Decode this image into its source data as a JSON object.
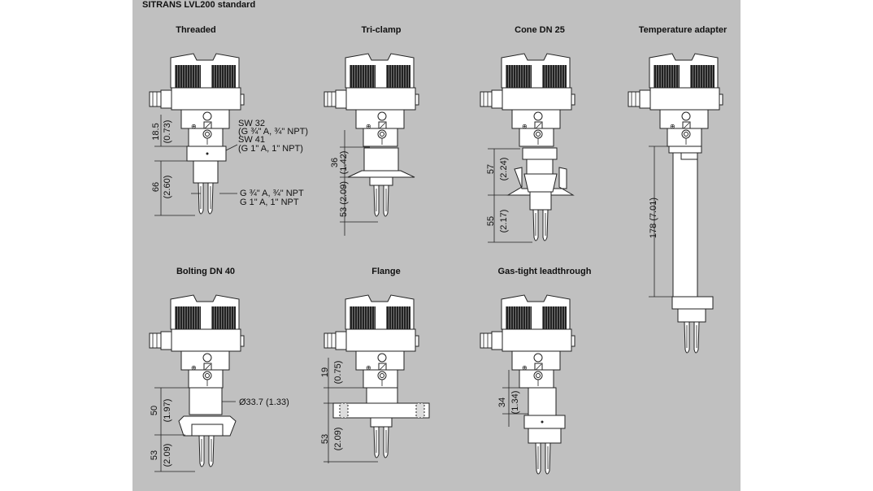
{
  "title": "SITRANS LVL200 standard",
  "variants": {
    "threaded": {
      "label": "Threaded",
      "dim1": "18.5",
      "dim1_in": "(0.73)",
      "dim2": "66",
      "dim2_in": "(2.60)",
      "sw32": "SW 32",
      "sw32_thread": "(G ¾\" A, ¾\" NPT)",
      "sw41": "SW 41",
      "sw41_thread": "(G 1\" A, 1\" NPT)",
      "thread1": "G ¾\" A, ¾\" NPT",
      "thread2": "G 1\" A, 1\" NPT"
    },
    "triclamp": {
      "label": "Tri-clamp",
      "dim1": "36",
      "dim1_in": "(1.42)",
      "dim2": "53 (2.09)"
    },
    "cone": {
      "label": "Cone DN 25",
      "dim1": "57",
      "dim1_in": "(2.24)",
      "dim2": "55",
      "dim2_in": "(2.17)"
    },
    "temp": {
      "label": "Temperature adapter",
      "dim1": "178 (7.01)"
    },
    "bolting": {
      "label": "Bolting DN 40",
      "dim1": "50",
      "dim1_in": "(1.97)",
      "dim2": "53",
      "dim2_in": "(2.09)",
      "diameter": "Ø33.7 (1.33)"
    },
    "flange": {
      "label": "Flange",
      "dim1": "19",
      "dim1_in": "(0.75)",
      "dim2": "53",
      "dim2_in": "(2.09)"
    },
    "gastight": {
      "label": "Gas-tight leadthrough",
      "dim1": "34",
      "dim1_in": "(1.34)"
    }
  }
}
